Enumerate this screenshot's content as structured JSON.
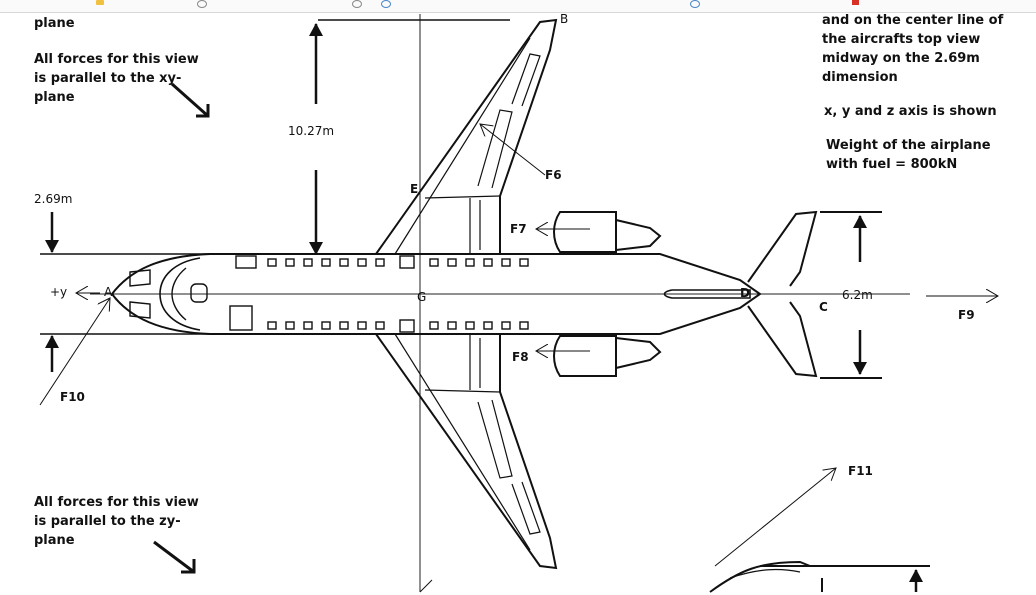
{
  "top_strip_icons": [
    "star-icon",
    "globe-icon",
    "globe-icon",
    "globe-icon",
    "bookmark-icon"
  ],
  "notes": {
    "top_left": "plane",
    "xy_view": [
      "All forces for this view",
      "is parallel to the xy-",
      "plane"
    ],
    "zy_view": [
      "All forces for this view",
      "is parallel to the zy-",
      "plane"
    ],
    "top_right": [
      "and on the center line of",
      "the aircrafts top view",
      "midway on the 2.69m",
      "dimension"
    ],
    "axes": "x, y and z axis is shown",
    "weight": [
      "Weight of the airplane",
      "with fuel = 800kN"
    ]
  },
  "dimensions": {
    "span_half": "10.27m",
    "fuselage_width": "2.69m",
    "tail_span": "6.2m"
  },
  "points": {
    "A": "A",
    "B": "B",
    "C": "C",
    "D": "D",
    "E": "E",
    "G": "G"
  },
  "axis_label": "+y",
  "forces": {
    "F6": "F6",
    "F7": "F7",
    "F8": "F8",
    "F9": "F9",
    "F10": "F10",
    "F11": "F11"
  }
}
